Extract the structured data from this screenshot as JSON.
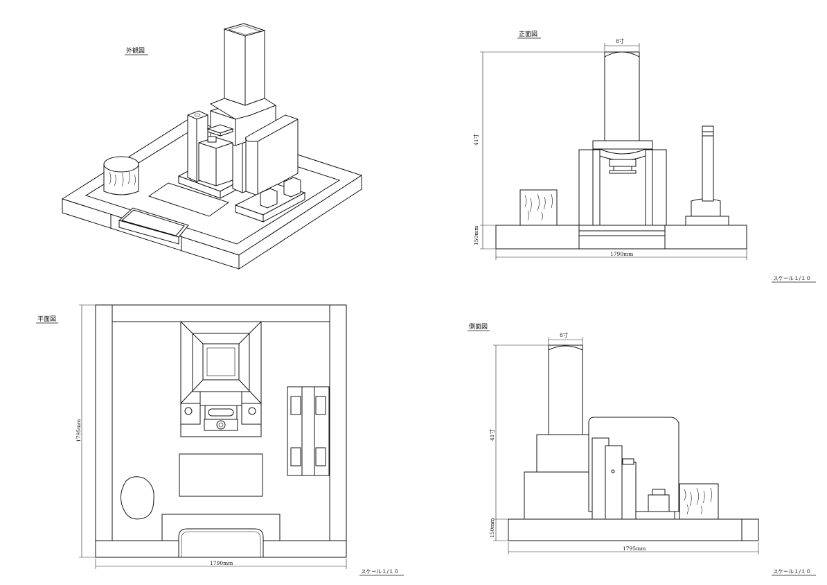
{
  "views": {
    "exterior": {
      "title": "外観図"
    },
    "front": {
      "title": "正面図",
      "dim_top": "8寸",
      "dim_height": "41寸",
      "dim_base": "150mm",
      "dim_width": "1790mm",
      "scale": "スケール１/１０"
    },
    "plan": {
      "title": "平面図",
      "dim_depth": "1795mm",
      "dim_width": "1790mm",
      "scale": "スケール１/１０"
    },
    "side": {
      "title": "側面図",
      "dim_top": "8寸",
      "dim_height": "41寸",
      "dim_base": "150mm",
      "dim_width": "1795mm",
      "scale": "スケール１/１０"
    }
  },
  "colors": {
    "line": "#111111",
    "paper": "#ffffff"
  }
}
